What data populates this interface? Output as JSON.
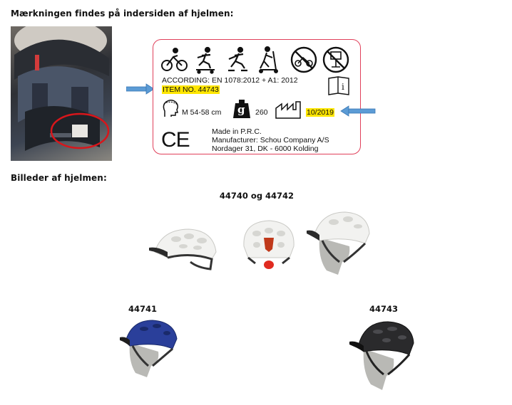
{
  "headings": {
    "marking": "Mærkningen findes på indersiden af hjelmen:",
    "images": "Billeder af hjelmen:"
  },
  "label": {
    "according": "ACCORDING: EN 1078:2012 + A1: 2012",
    "item_no": "ITEM NO. 44743",
    "size": "M 54-58 cm",
    "weight_symbol": "g",
    "weight": "260",
    "date": "10/2019",
    "ce": "CE",
    "manual_symbol": "i",
    "made_in": "Made in P.R.C.",
    "manufacturer": "Manufacturer: Schou Company A/S",
    "address": "Nordager 31, DK - 6000 Kolding",
    "highlight_color": "#ffe600",
    "border_color": "#e0405a"
  },
  "models": {
    "group_a": "44740 og 44742",
    "group_b": "44741",
    "group_c": "44743"
  },
  "icons": [
    "cyclist-icon",
    "skateboarder-icon",
    "inline-skater-icon",
    "scooter-icon",
    "no-motorcycle-icon",
    "no-crane-icon",
    "manual-icon",
    "head-size-icon",
    "weight-icon",
    "factory-icon",
    "ce-mark-icon"
  ]
}
